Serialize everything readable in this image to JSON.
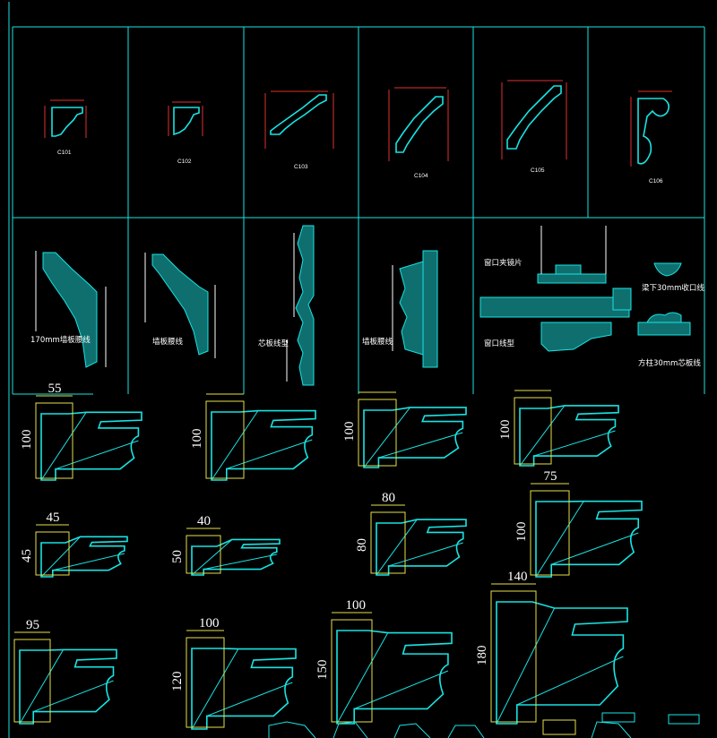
{
  "drawing": {
    "sheet_color": "#000000",
    "line_color": "#19e3e3",
    "dim_color": "#e6e04a",
    "accent_color": "#e03030"
  },
  "top_codes": [
    "C101",
    "C102",
    "C103",
    "C104",
    "C105",
    "C106"
  ],
  "section_labels": [
    "170mm墙板腰线",
    "墙板腰线",
    "芯板线型",
    "墙板腰线"
  ],
  "window_labels": {
    "frame": "窗口夹镜片",
    "profile": "窗口线型",
    "beam": "梁下30mm收口线",
    "column": "方柱30mm芯板线"
  },
  "cornices": [
    {
      "name": "cornice-r1-1",
      "width_dim": "55",
      "height_dim": "100"
    },
    {
      "name": "cornice-r1-2",
      "width_dim": "",
      "height_dim": "100"
    },
    {
      "name": "cornice-r1-3",
      "width_dim": "",
      "height_dim": "100"
    },
    {
      "name": "cornice-r1-4",
      "width_dim": "",
      "height_dim": "100"
    },
    {
      "name": "cornice-r2-1",
      "width_dim": "45",
      "height_dim": "45"
    },
    {
      "name": "cornice-r2-2",
      "width_dim": "40",
      "height_dim": "50"
    },
    {
      "name": "cornice-r2-3",
      "width_dim": "80",
      "height_dim": "80"
    },
    {
      "name": "cornice-r2-4",
      "width_dim": "75",
      "height_dim": "100"
    },
    {
      "name": "cornice-r3-1",
      "width_dim": "95",
      "height_dim": ""
    },
    {
      "name": "cornice-r3-2",
      "width_dim": "100",
      "height_dim": "120"
    },
    {
      "name": "cornice-r3-3",
      "width_dim": "100",
      "height_dim": "150"
    },
    {
      "name": "cornice-r3-4",
      "width_dim": "140",
      "height_dim": "180"
    }
  ]
}
